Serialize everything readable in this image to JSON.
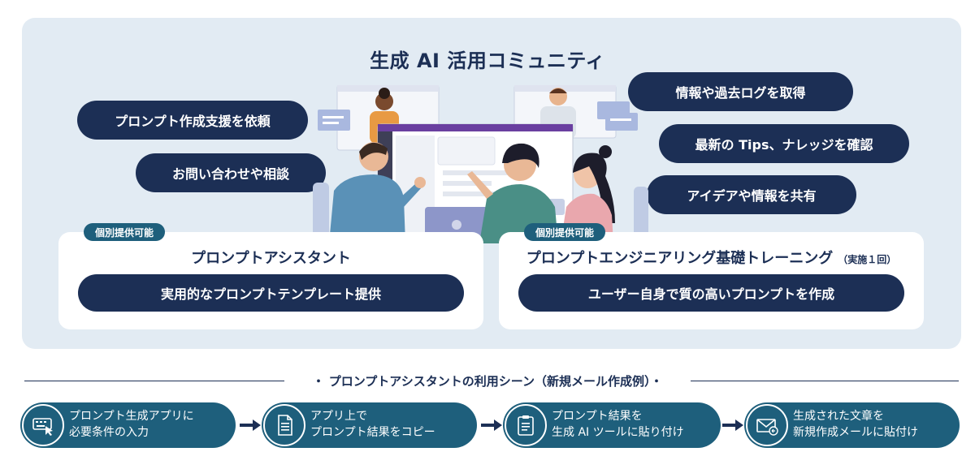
{
  "main": {
    "title": "生成 AI 活用コミュニティ",
    "bubbles_left": [
      "プロンプト作成支援を依頼",
      "お問い合わせや相談"
    ],
    "bubbles_right": [
      "情報や過去ログを取得",
      "最新の Tips、ナレッジを確認",
      "アイデアや情報を共有"
    ]
  },
  "cards": [
    {
      "tag": "個別提供可能",
      "title": "プロンプトアシスタント",
      "title_note": "",
      "pill": "実用的なプロンプトテンプレート提供"
    },
    {
      "tag": "個別提供可能",
      "title": "プロンプトエンジニアリング基礎トレーニング",
      "title_note": "（実施１回）",
      "pill": "ユーザー自身で質の高いプロンプトを作成"
    }
  ],
  "section": {
    "title": "・ プロンプトアシスタントの利用シーン（新規メール作成例）・"
  },
  "steps": [
    {
      "icon": "keyboard-click-icon",
      "line1": "プロンプト生成アプリに",
      "line2": "必要条件の入力"
    },
    {
      "icon": "document-icon",
      "line1": "アプリ上で",
      "line2": "プロンプト結果をコピー"
    },
    {
      "icon": "clipboard-icon",
      "line1": "プロンプト結果を",
      "line2": "生成 AI ツールに貼り付け"
    },
    {
      "icon": "mail-reply-icon",
      "line1": "生成された文章を",
      "line2": "新規作成メールに貼付け"
    }
  ],
  "colors": {
    "navy": "#1c2f55",
    "teal": "#1e5f7c",
    "panel_bg": "#e2ebf3"
  }
}
